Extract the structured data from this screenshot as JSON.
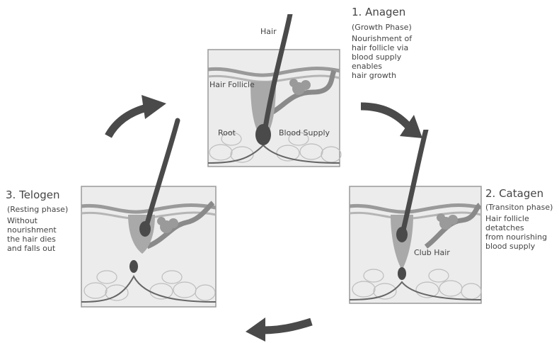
{
  "colors": {
    "panel_bg": "#ececec",
    "panel_border": "#9a9a9a",
    "skin_line": "#8c8c8c",
    "hair": "#4a4a4a",
    "follicle": "#a9a9a9",
    "blood": "#8a8a8a",
    "cells": "#bdbdbd",
    "arrow": "#4a4a4a"
  },
  "anagen": {
    "title": "1. Anagen",
    "subtitle": "(Growth Phase)",
    "lines": [
      "Nourishment of",
      "hair follicle via",
      "blood supply",
      "enables",
      "hair growth"
    ],
    "labels": {
      "hair": "Hair",
      "follicle": "Hair Follicle",
      "root": "Root",
      "blood": "Blood Supply"
    }
  },
  "catagen": {
    "title": "2. Catagen",
    "subtitle": "(Transiton phase)",
    "lines": [
      "Hair follicle",
      "detatches",
      "from nourishing",
      "blood supply"
    ],
    "labels": {
      "club_hair": "Club Hair"
    }
  },
  "telogen": {
    "title": "3. Telogen",
    "subtitle": "(Resting phase)",
    "lines": [
      "Without",
      "nourishment",
      "the hair dies",
      "and falls out"
    ]
  }
}
